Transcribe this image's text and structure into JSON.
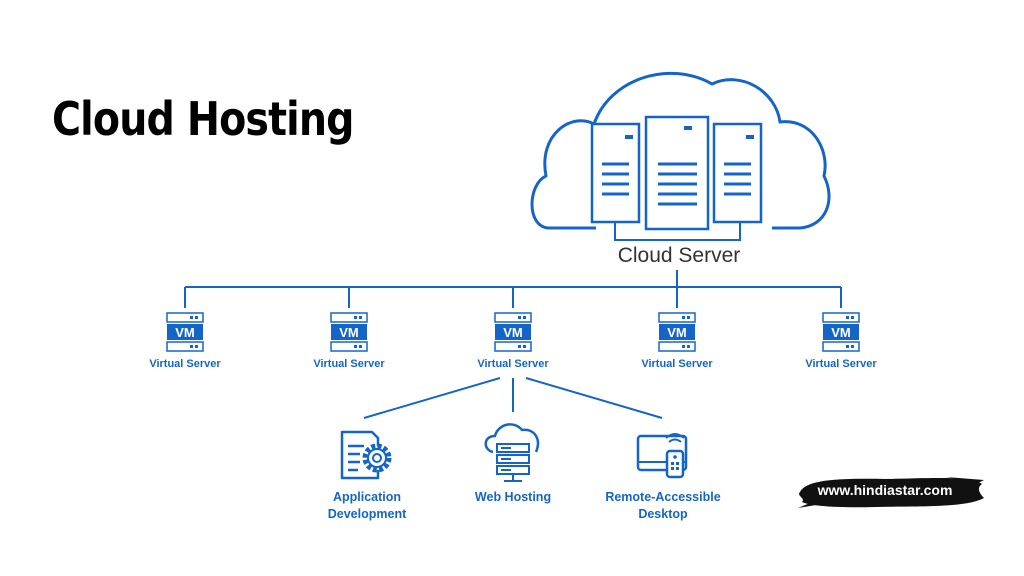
{
  "title": "Cloud Hosting",
  "cloud_label": "Cloud Server",
  "virtual_server_label": "Virtual Server",
  "vm_text": "VM",
  "services": [
    {
      "line1": "Application",
      "line2": "Development",
      "icon": "app-development-icon"
    },
    {
      "line1": "Web Hosting",
      "line2": "",
      "icon": "web-hosting-icon"
    },
    {
      "line1": "Remote-Accessible",
      "line2": "Desktop",
      "icon": "remote-desktop-icon"
    }
  ],
  "brand": "www.hindiastar.com",
  "colors": {
    "accent": "#1565c8",
    "text": "#000000",
    "brand_bg": "#111111"
  }
}
